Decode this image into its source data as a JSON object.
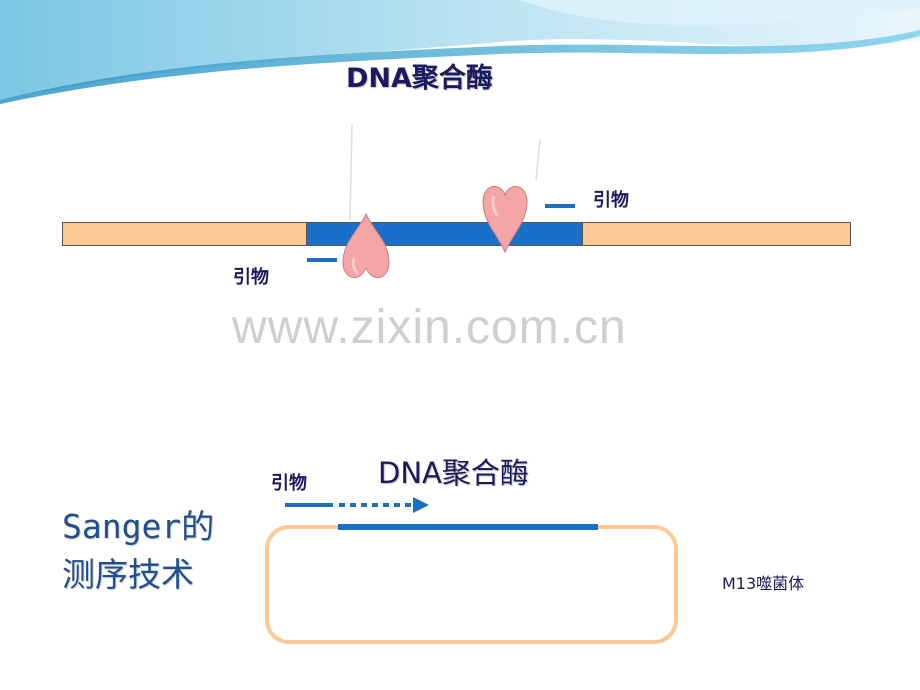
{
  "top_diagram": {
    "enzyme_label": "DNA聚合酶",
    "primer_label_right": "引物",
    "primer_label_left": "引物"
  },
  "watermark": "www.zixin.com.cn",
  "bottom_diagram": {
    "enzyme_label": "DNA聚合酶",
    "primer_label": "引物",
    "title_line1": "Sanger的",
    "title_line2": "测序技术",
    "phage_label": "M13噬菌体"
  },
  "colors": {
    "template_strand": "#fdc894",
    "synthesized_strand": "#1a6fc9",
    "primer": "#1f6fbf",
    "enzyme_heart": "#f4a5a5",
    "header_wave": "#4aa8cf"
  },
  "icons": [
    "heart-enzyme-icon",
    "dashed-arrow-icon"
  ]
}
